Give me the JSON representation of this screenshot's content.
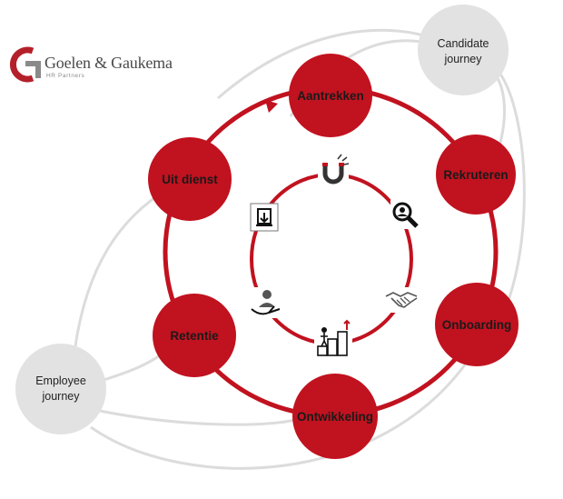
{
  "logo": {
    "name": "Goelen & Gaukema",
    "subtitle": "HR Partners",
    "colors": {
      "red": "#b4202a",
      "grey": "#7d7d7d"
    }
  },
  "colors": {
    "stage_fill": "#c1121f",
    "ring": "#c1121f",
    "journey_fill": "#e2e2e2",
    "journey_line": "#dcdcdc"
  },
  "stages": [
    {
      "id": "aantrekken",
      "label": "Aantrekken"
    },
    {
      "id": "rekruteren",
      "label": "Rekruteren"
    },
    {
      "id": "onboarding",
      "label": "Onboarding"
    },
    {
      "id": "ontwikkeling",
      "label": "Ontwikkeling"
    },
    {
      "id": "retentie",
      "label": "Retentie"
    },
    {
      "id": "uit-dienst",
      "label": "Uit dienst"
    }
  ],
  "journeys": {
    "candidate": {
      "line1": "Candidate",
      "line2": "journey"
    },
    "employee": {
      "line1": "Employee",
      "line2": "journey"
    }
  },
  "icons": [
    "magnet-icon",
    "search-person-icon",
    "handshake-icon",
    "growth-steps-icon",
    "hand-person-icon",
    "exit-door-icon"
  ]
}
